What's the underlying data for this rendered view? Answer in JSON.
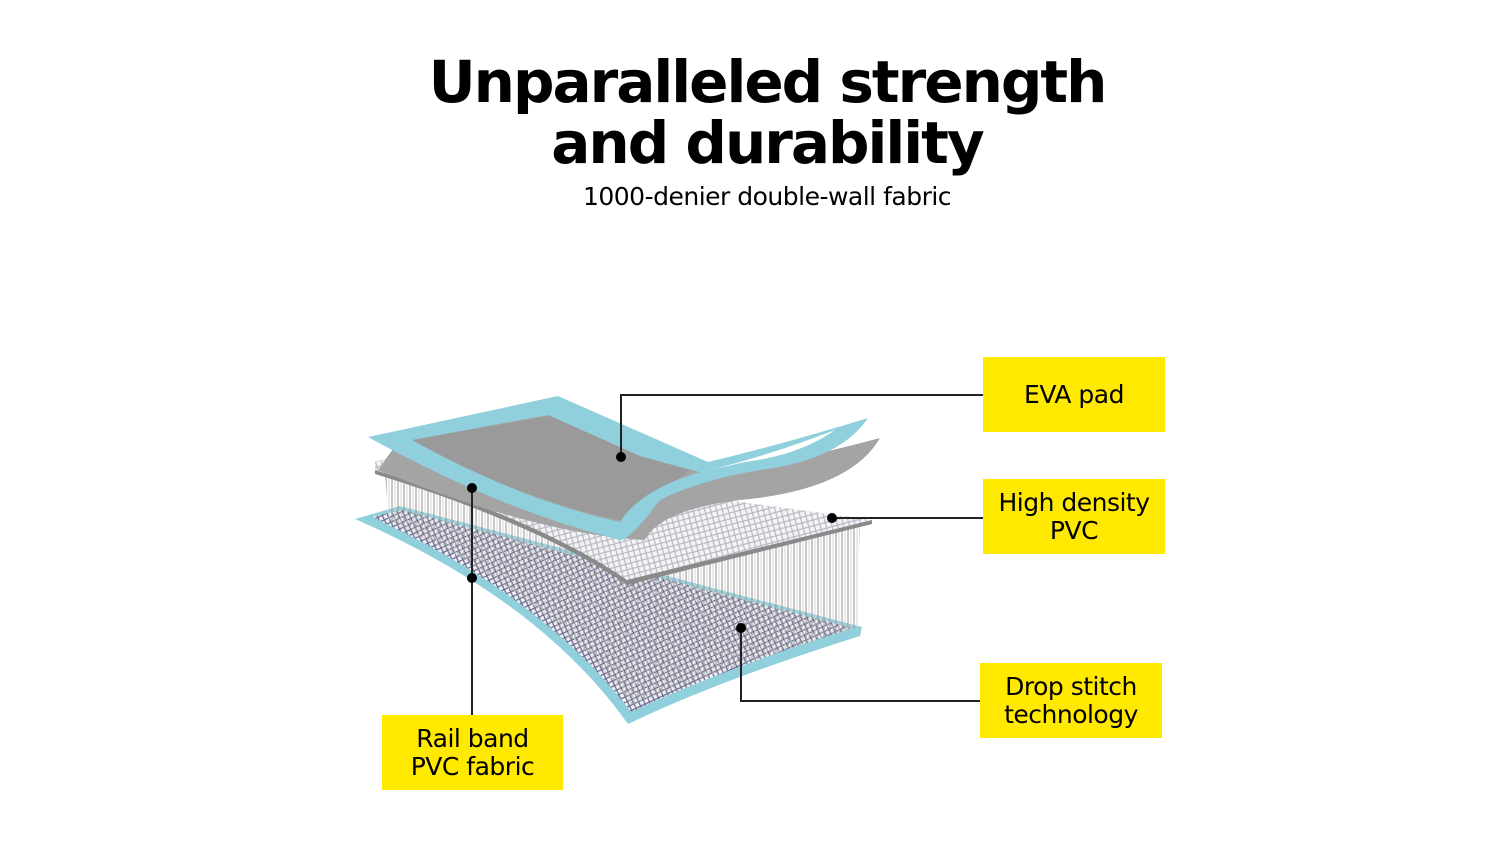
{
  "header": {
    "title_line1": "Unparalleled strength",
    "title_line2": "and durability",
    "subtitle": "1000-denier double-wall fabric"
  },
  "labels": {
    "eva_pad": "EVA pad",
    "high_density_line1": "High density",
    "high_density_line2": "PVC",
    "drop_stitch_line1": "Drop stitch",
    "drop_stitch_line2": "technology",
    "rail_band_line1": "Rail band",
    "rail_band_line2": "PVC fabric"
  },
  "colors": {
    "label_bg": "#ffe900",
    "rail_band": "#8fd0dc",
    "eva_pad": "#9a9a9a"
  }
}
